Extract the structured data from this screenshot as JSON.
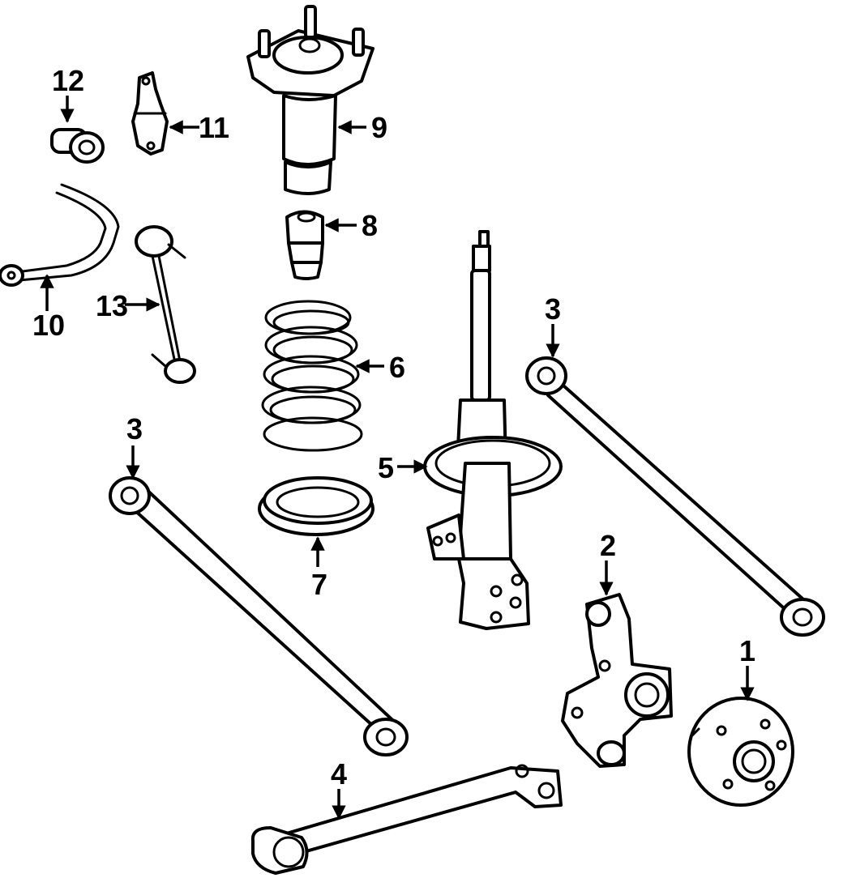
{
  "diagram": {
    "callouts": {
      "c1": "1",
      "c2": "2",
      "c3a": "3",
      "c3b": "3",
      "c4": "4",
      "c5": "5",
      "c6": "6",
      "c7": "7",
      "c8": "8",
      "c9": "9",
      "c10": "10",
      "c11": "11",
      "c12": "12",
      "c13": "13"
    }
  }
}
